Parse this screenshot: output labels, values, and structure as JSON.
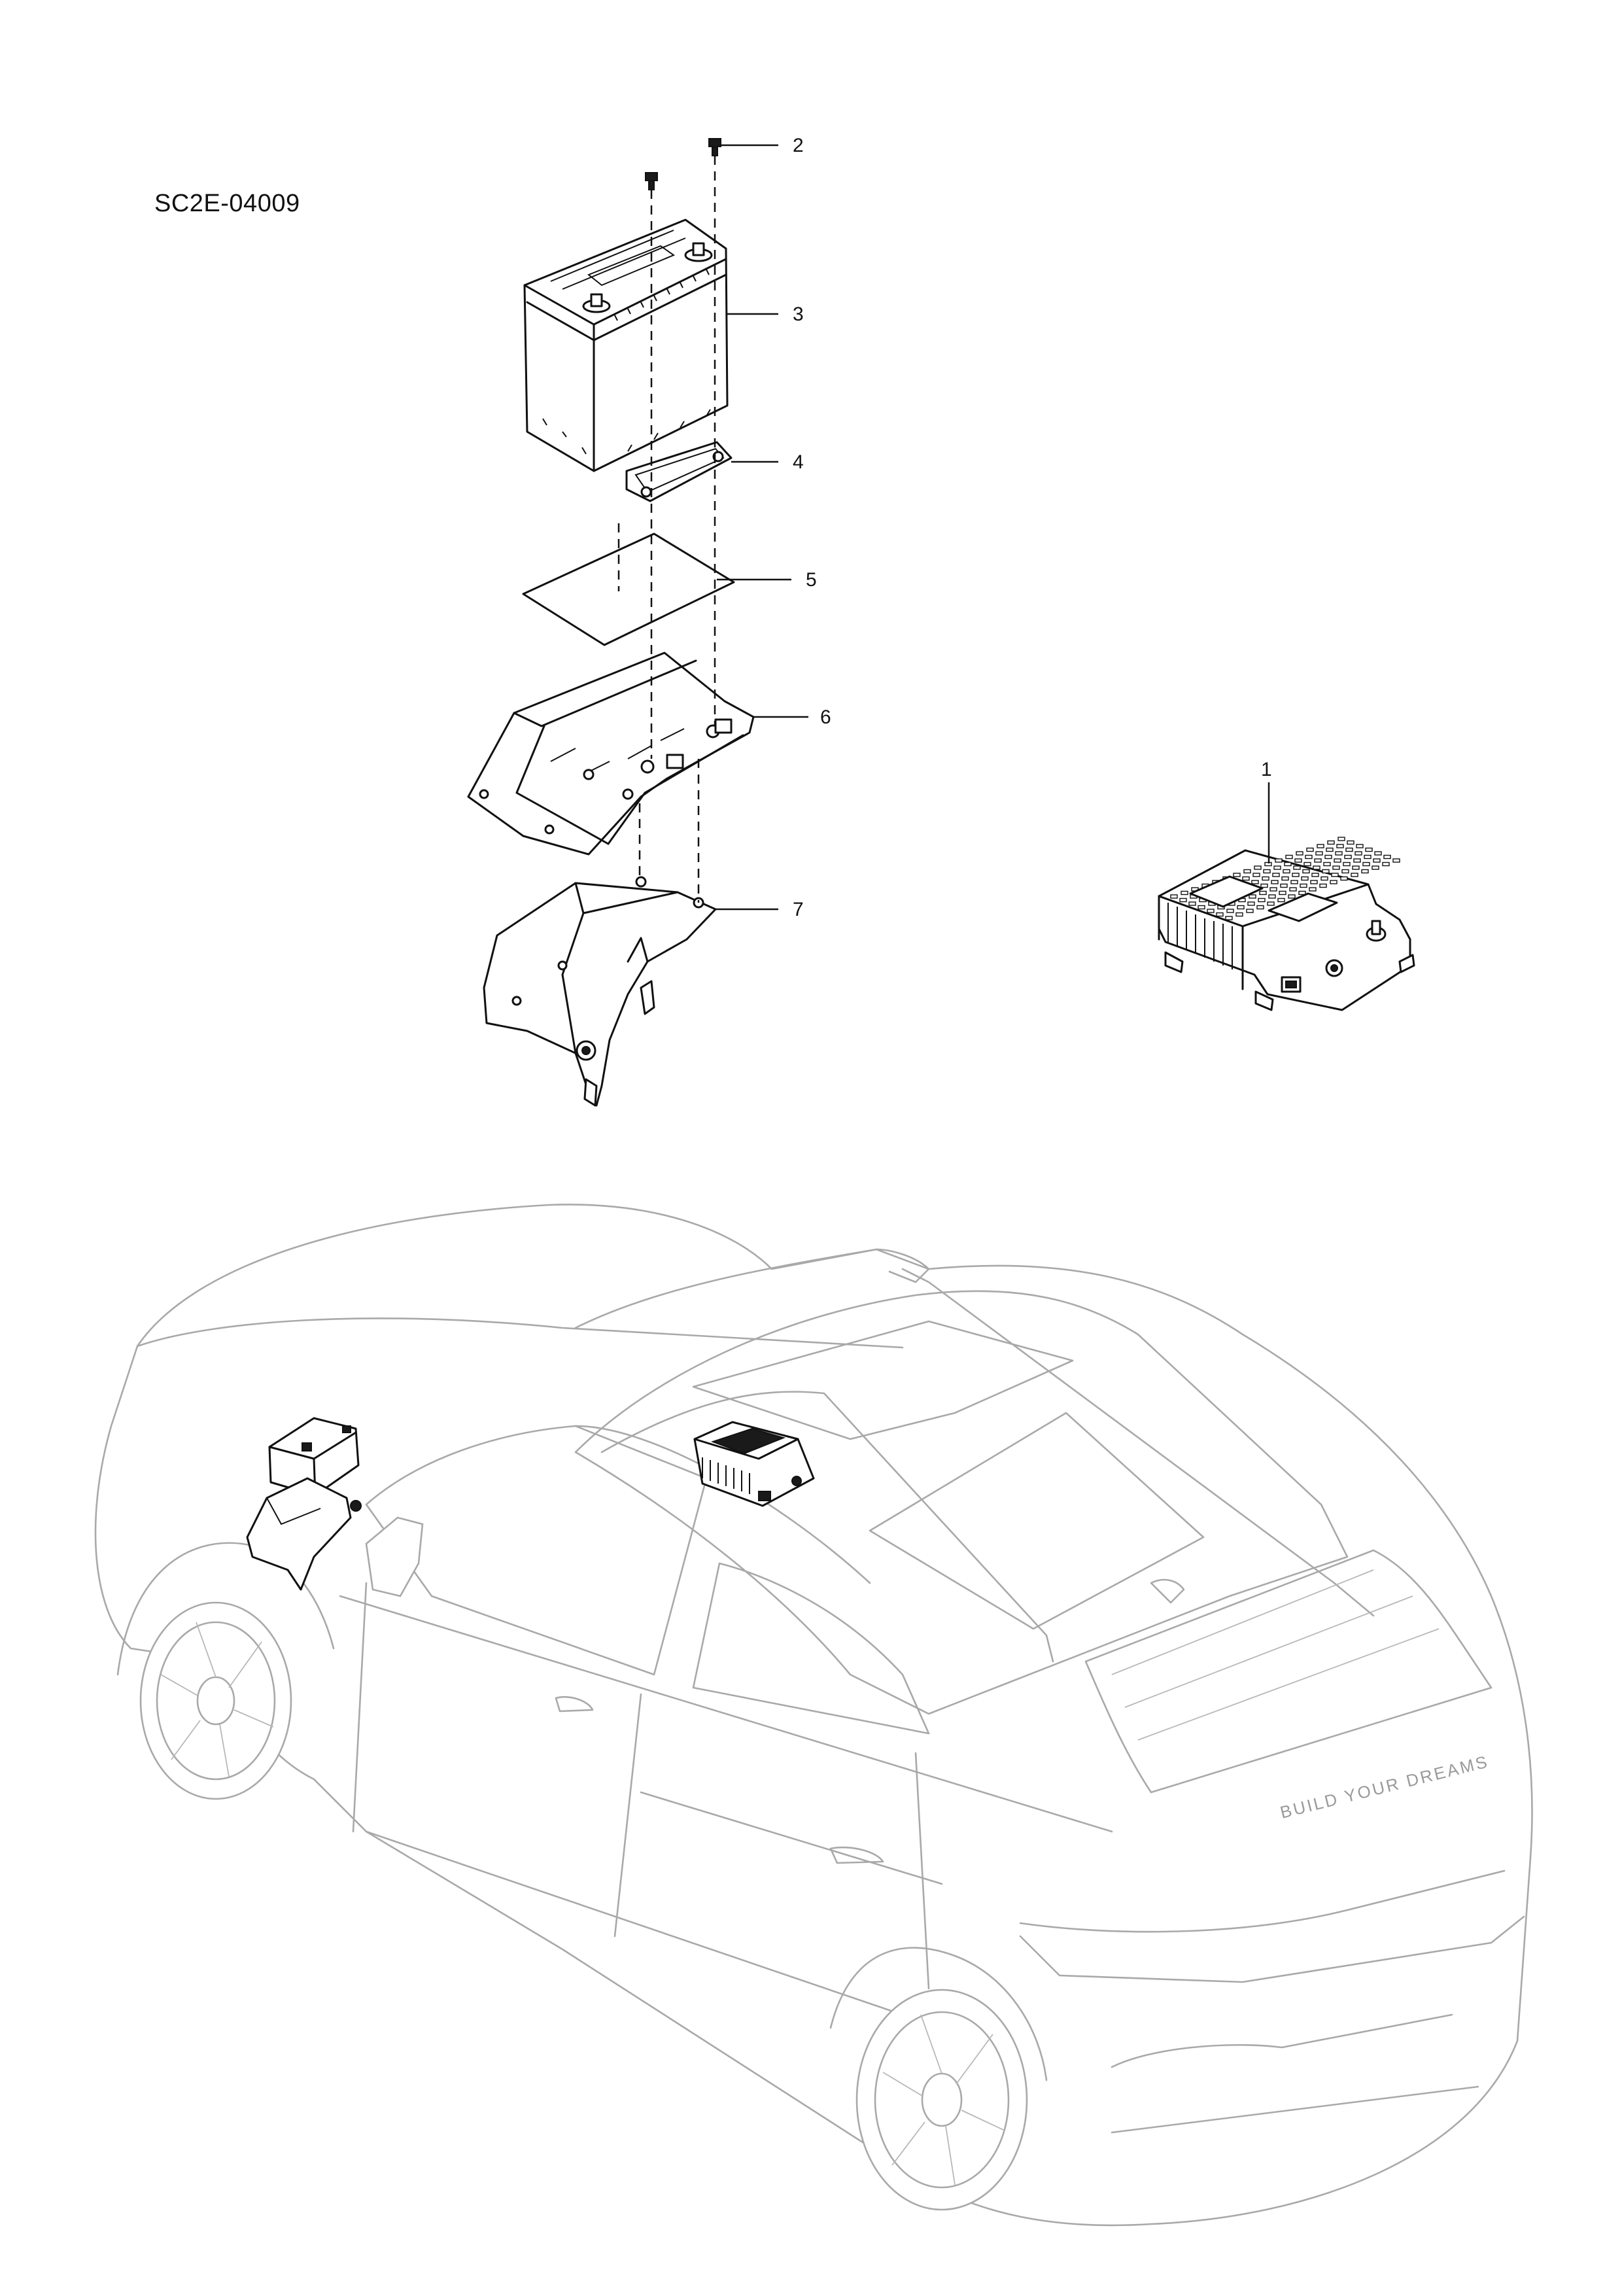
{
  "diagram": {
    "code": "SC2E-04009",
    "callouts": [
      "1",
      "2",
      "3",
      "4",
      "5",
      "6",
      "7"
    ],
    "car_badge": "BUILD YOUR DREAMS"
  }
}
